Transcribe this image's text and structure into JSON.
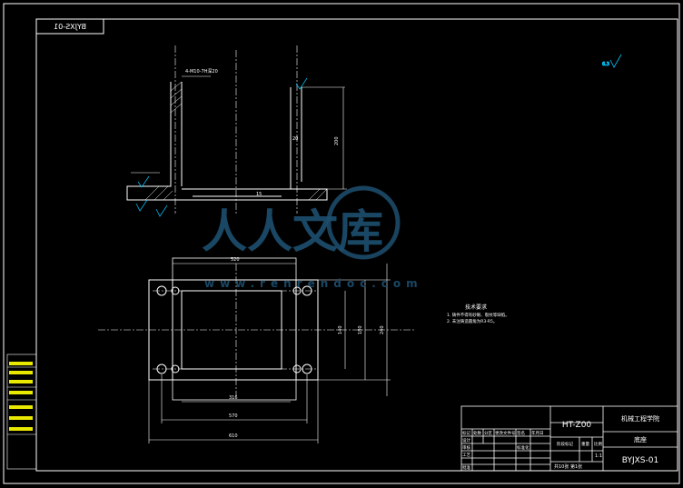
{
  "drawing": {
    "code": "BYJXS-01",
    "code_mirrored": "BYJXS-01",
    "sheet": "共10张 第1张",
    "material": "HT-Z00",
    "school": "机械工程学院",
    "part_name": "底座",
    "scale": "1:1",
    "colors": {
      "background": "#000000",
      "lines": "#ffffff",
      "dimensions": "#00c8ff",
      "watermark": "#1d4f6f"
    }
  },
  "notes": {
    "title": "技术要求",
    "items": [
      "1. 铸件不得有砂眼、裂纹等缺陷。",
      "2. 未注铸造圆角为R3-R5。"
    ]
  },
  "dimensions": {
    "top_width": "520",
    "length_1": "316",
    "length_2": "570",
    "length_3": "610",
    "height_1": "140",
    "height_2": "180",
    "height_3": "240",
    "side_height": "200",
    "web": "20",
    "base_thk": "15",
    "roughness": "6.3",
    "callout": "4-M10-7H深20"
  },
  "title_block": {
    "labels": [
      "标记",
      "处数",
      "分区",
      "更改文件号",
      "签名",
      "年月日",
      "设计",
      "审核",
      "工艺",
      "标准化",
      "批准",
      "阶段标记",
      "重量",
      "比例"
    ]
  },
  "watermark": {
    "text": "人人文库",
    "url": "www.renrendoc.com"
  }
}
